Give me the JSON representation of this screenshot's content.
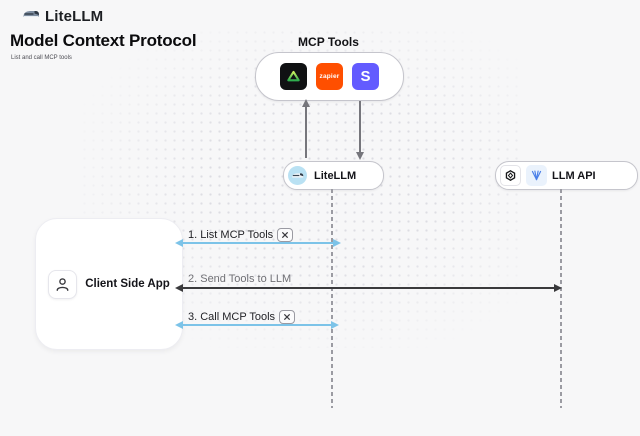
{
  "header": {
    "brand": "LiteLLM",
    "title": "Model Context Protocol",
    "subtitle": "List and call MCP tools"
  },
  "mcp": {
    "label": "MCP Tools",
    "tools": [
      {
        "icon": "green-triangle-icon",
        "label": ""
      },
      {
        "icon": "zapier-icon",
        "label": "zapier"
      },
      {
        "icon": "stripe-icon",
        "label": "S"
      }
    ]
  },
  "nodes": {
    "litellm": {
      "label": "LiteLLM"
    },
    "llm_api": {
      "label": "LLM API"
    },
    "client": {
      "label": "Client Side App"
    }
  },
  "messages": [
    {
      "label": "1. List MCP Tools",
      "tool_icon": true
    },
    {
      "label": "2. Send Tools to LLM",
      "tool_icon": false
    },
    {
      "label": "3. Call MCP Tools",
      "tool_icon": true
    }
  ],
  "colors": {
    "canvas_bg": "#f7f7f8",
    "arrow_blue": "#7cc3e8",
    "arrow_dark": "#3a3a3c",
    "zapier_orange": "#ff4f00",
    "stripe_purple": "#635bff",
    "triangle_green": "#2fae4f",
    "triangle_lime": "#cdf05f",
    "litellm_circle_blue": "#b9e1f3"
  }
}
